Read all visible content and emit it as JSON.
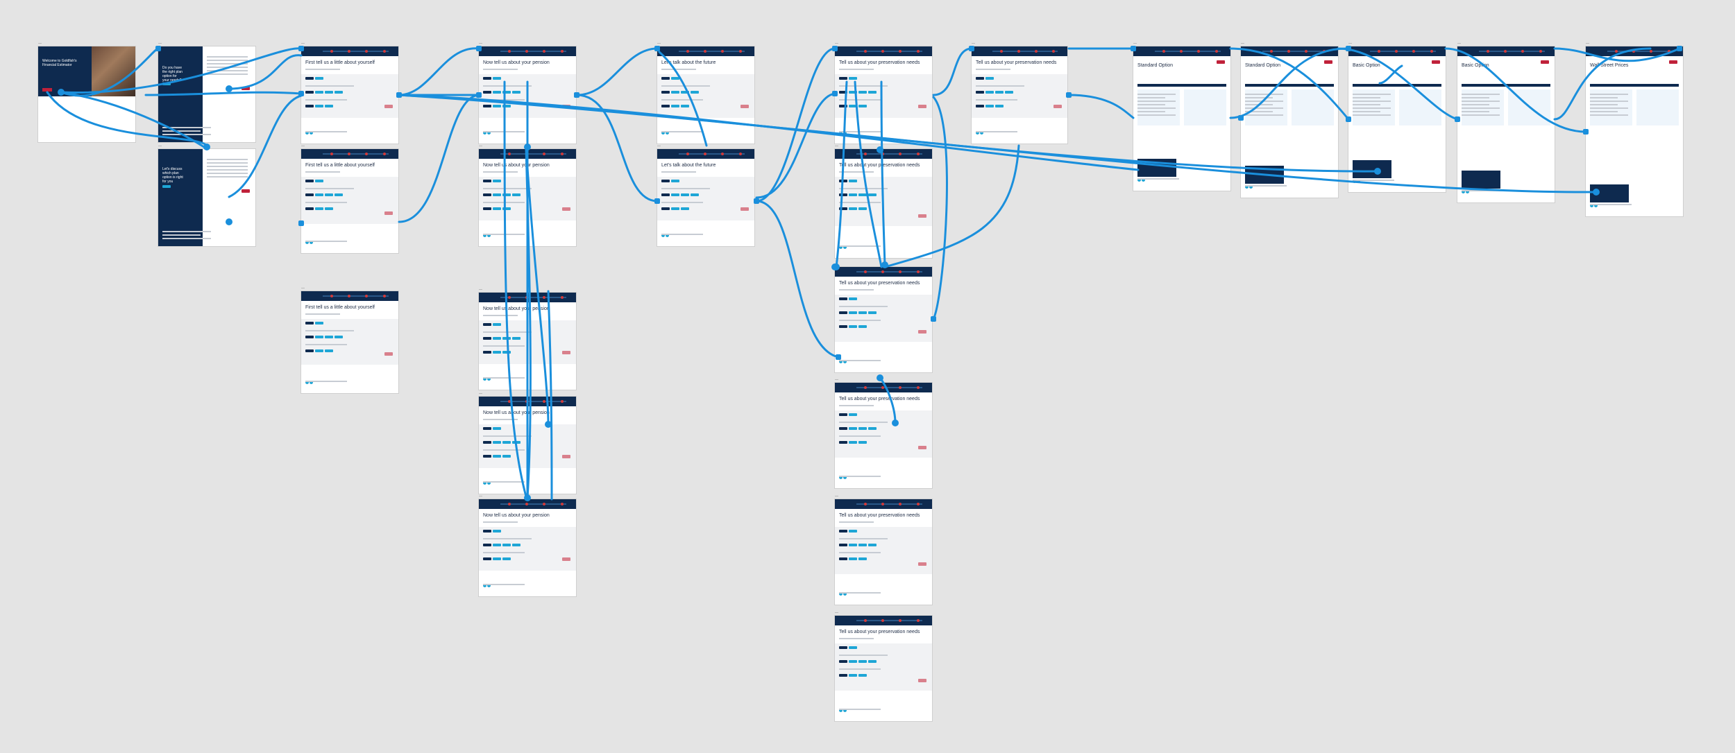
{
  "titles": {
    "welcome": "Welcome to Goldfish's Financial Estimator",
    "pension_q1": "Do you have the right plan option for your needs?",
    "pension_q2": "Let's discuss which plan option is right for you",
    "about_you": "First tell us a little about yourself",
    "about_pension": "Now tell us about your pension",
    "about_future": "Let's talk about the future",
    "about_pension_needs": "Tell us about your preservation needs",
    "standard": "Standard Option",
    "basic": "Basic Option",
    "final": "Wall Street Prices"
  },
  "colors": {
    "connector": "#1a8fdc",
    "header": "#0e2a4f",
    "chip": "#1ea6d6",
    "accent_red": "#c0213a",
    "canvas": "#e4e4e4"
  },
  "icons": {
    "hotspot": "connector-hotspot-icon",
    "arrow": "connector-arrow-icon"
  }
}
